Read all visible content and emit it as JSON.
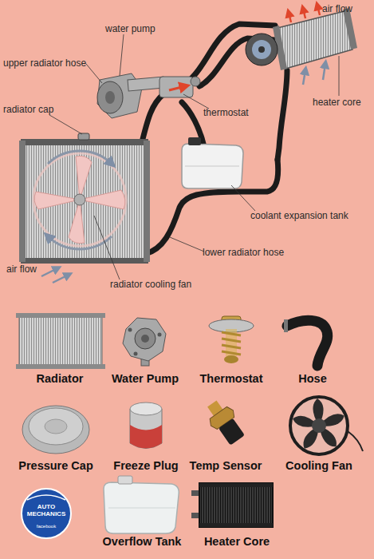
{
  "diagram": {
    "labels": [
      "air flow",
      "water pump",
      "upper radiator hose",
      "heater core",
      "radiator cap",
      "thermostat",
      "coolant expansion tank",
      "lower radiator hose",
      "air flow",
      "radiator cooling fan",
      "Radiator",
      "Water Pump",
      "Thermostat",
      "Hose",
      "Pressure Cap",
      "Freeze Plug",
      "Temp Sensor",
      "Cooling Fan",
      "AUTO MECHANICS",
      "facebook",
      "Overflow Tank",
      "Heater Core"
    ]
  }
}
